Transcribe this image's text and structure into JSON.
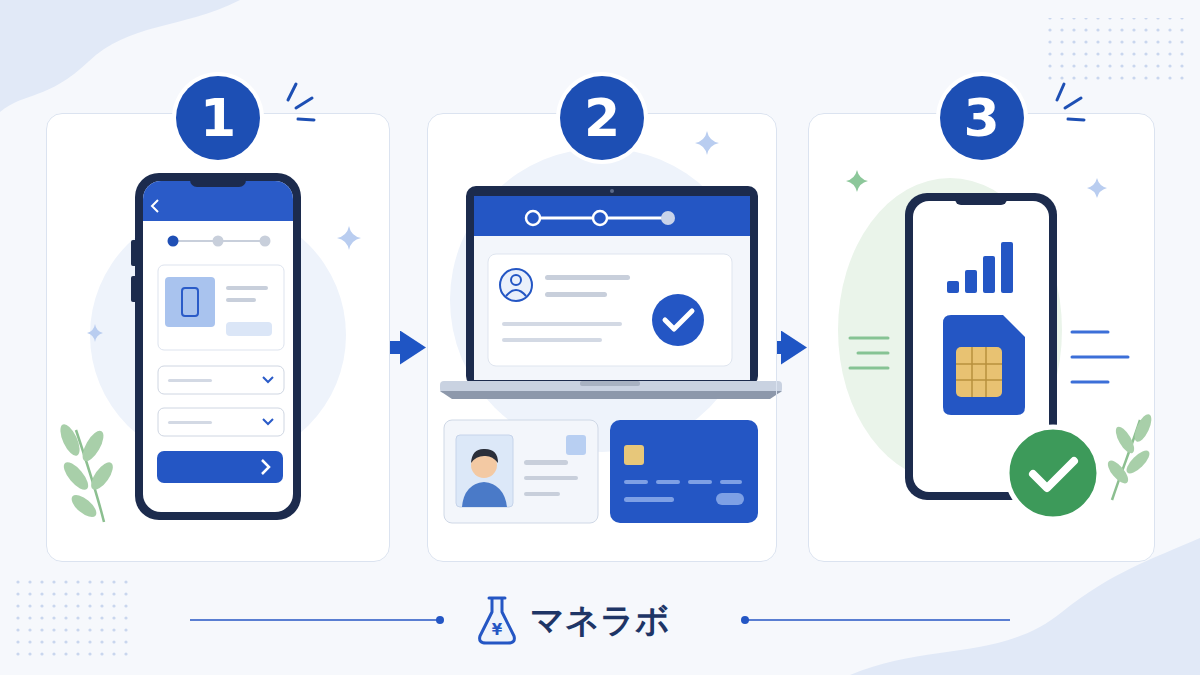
{
  "diagram": {
    "nodes": [
      {
        "text": [
          "1"
        ]
      },
      {
        "text": [
          "2"
        ]
      },
      {
        "text": [
          "3"
        ]
      }
    ],
    "edges": [
      {
        "from": 0,
        "to": 1,
        "arrow": "to"
      },
      {
        "from": 1,
        "to": 2,
        "arrow": "to"
      }
    ],
    "labels": [
      "¥",
      "マネラボ"
    ]
  }
}
